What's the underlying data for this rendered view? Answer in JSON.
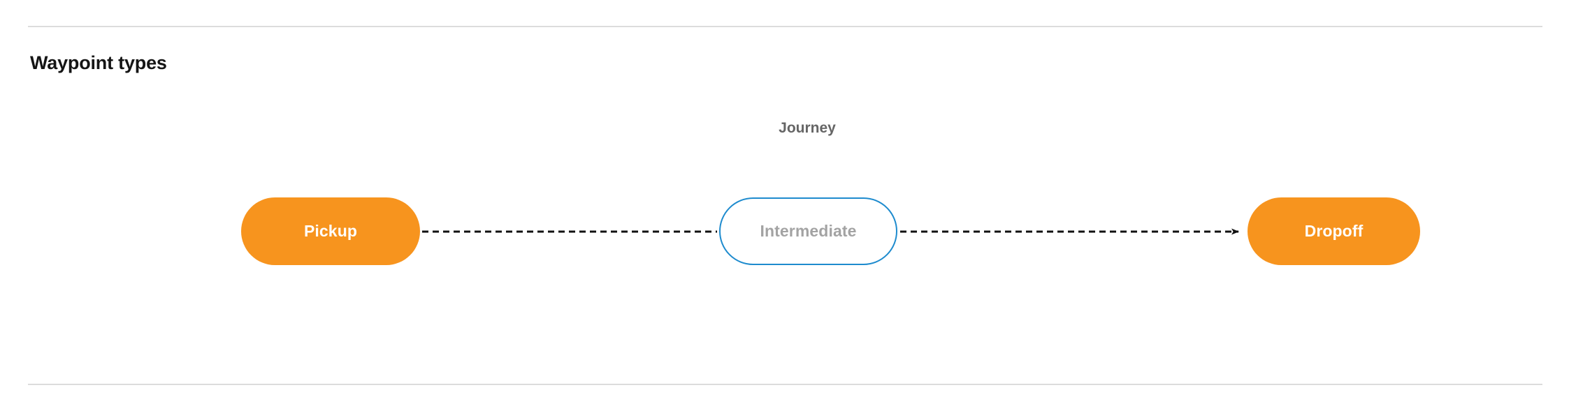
{
  "section": {
    "title": "Waypoint types"
  },
  "diagram": {
    "group_label": "Journey",
    "nodes": [
      {
        "id": "pickup",
        "label": "Pickup",
        "shape": "pill",
        "fill": "#F7941E",
        "text_color": "#FFFFFF",
        "border_color": "none"
      },
      {
        "id": "intermediate",
        "label": "Intermediate",
        "shape": "pill",
        "fill": "#FFFFFF",
        "text_color": "#A3A3A3",
        "border_color": "#1E8BCE"
      },
      {
        "id": "dropoff",
        "label": "Dropoff",
        "shape": "pill",
        "fill": "#F7941E",
        "text_color": "#FFFFFF",
        "border_color": "none"
      }
    ],
    "edges": [
      {
        "id": "pickup-to-intermediate",
        "from": "pickup",
        "to": "intermediate",
        "style": "dashed",
        "color": "#111111",
        "arrowhead": false
      },
      {
        "id": "intermediate-to-dropoff",
        "from": "intermediate",
        "to": "dropoff",
        "style": "dashed",
        "color": "#111111",
        "arrowhead": true
      }
    ]
  },
  "colors": {
    "divider": "#DCDCDC",
    "accent_orange": "#F7941E",
    "accent_blue": "#1E8BCE",
    "muted_text": "#656565",
    "background": "#FFFFFF"
  }
}
